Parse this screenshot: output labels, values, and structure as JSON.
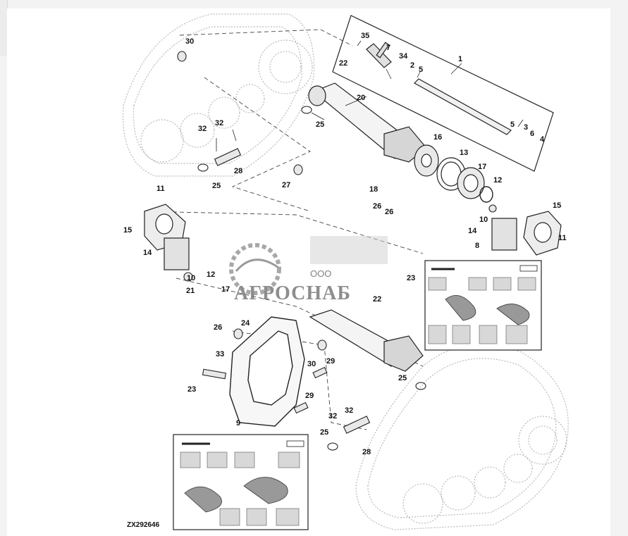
{
  "diagram": {
    "code": "ZX292646",
    "watermark": {
      "company_form": "ООО",
      "company_name": "АГРОСНАБ"
    },
    "callouts": [
      {
        "id": "c1",
        "label": "1"
      },
      {
        "id": "c2",
        "label": "2"
      },
      {
        "id": "c3",
        "label": "3"
      },
      {
        "id": "c4",
        "label": "4"
      },
      {
        "id": "c5a",
        "label": "5"
      },
      {
        "id": "c5b",
        "label": "5"
      },
      {
        "id": "c6",
        "label": "6"
      },
      {
        "id": "c7",
        "label": "7"
      },
      {
        "id": "c8",
        "label": "8"
      },
      {
        "id": "c9",
        "label": "9"
      },
      {
        "id": "c10a",
        "label": "10"
      },
      {
        "id": "c10b",
        "label": "10"
      },
      {
        "id": "c11a",
        "label": "11"
      },
      {
        "id": "c11b",
        "label": "11"
      },
      {
        "id": "c12a",
        "label": "12"
      },
      {
        "id": "c12b",
        "label": "12"
      },
      {
        "id": "c13",
        "label": "13"
      },
      {
        "id": "c14a",
        "label": "14"
      },
      {
        "id": "c14b",
        "label": "14"
      },
      {
        "id": "c15a",
        "label": "15"
      },
      {
        "id": "c15b",
        "label": "15"
      },
      {
        "id": "c16",
        "label": "16"
      },
      {
        "id": "c17a",
        "label": "17"
      },
      {
        "id": "c17b",
        "label": "17"
      },
      {
        "id": "c18",
        "label": "18"
      },
      {
        "id": "c20",
        "label": "20"
      },
      {
        "id": "c21",
        "label": "21"
      },
      {
        "id": "c22a",
        "label": "22"
      },
      {
        "id": "c22b",
        "label": "22"
      },
      {
        "id": "c23a",
        "label": "23"
      },
      {
        "id": "c23b",
        "label": "23"
      },
      {
        "id": "c24",
        "label": "24"
      },
      {
        "id": "c25a",
        "label": "25"
      },
      {
        "id": "c25b",
        "label": "25"
      },
      {
        "id": "c25c",
        "label": "25"
      },
      {
        "id": "c25d",
        "label": "25"
      },
      {
        "id": "c26a",
        "label": "26"
      },
      {
        "id": "c26b",
        "label": "26"
      },
      {
        "id": "c26c",
        "label": "26"
      },
      {
        "id": "c27",
        "label": "27"
      },
      {
        "id": "c28a",
        "label": "28"
      },
      {
        "id": "c28b",
        "label": "28"
      },
      {
        "id": "c29a",
        "label": "29"
      },
      {
        "id": "c29b",
        "label": "29"
      },
      {
        "id": "c30a",
        "label": "30"
      },
      {
        "id": "c30b",
        "label": "30"
      },
      {
        "id": "c32a",
        "label": "32"
      },
      {
        "id": "c32b",
        "label": "32"
      },
      {
        "id": "c32c",
        "label": "32"
      },
      {
        "id": "c32d",
        "label": "32"
      },
      {
        "id": "c33",
        "label": "33"
      },
      {
        "id": "c34",
        "label": "34"
      },
      {
        "id": "c35",
        "label": "35"
      }
    ]
  }
}
